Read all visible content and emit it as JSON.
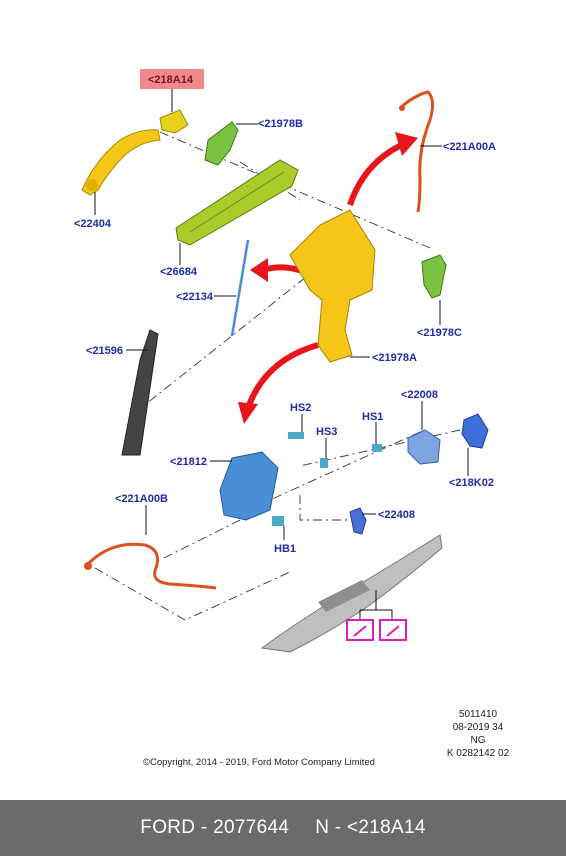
{
  "labels": {
    "p218A14": "<218A14",
    "p21978B": "<21978B",
    "p221A00A": "<221A00A",
    "p22404": "<22404",
    "p26684": "<26684",
    "p22134": "<22134",
    "p21978C": "<21978C",
    "p21596": "<21596",
    "p21978A": "<21978A",
    "p22008": "<22008",
    "p21812": "<21812",
    "p218K02": "<218K02",
    "p221A00B": "<221A00B",
    "p22408": "<22408",
    "hs2": "HS2",
    "hs3": "HS3",
    "hs1": "HS1",
    "hb1": "HB1"
  },
  "info": {
    "line1": "5011410",
    "line2": "08-2019 34",
    "line3": "NG",
    "line4": "K 0282142 02"
  },
  "copyright": "©Copyright, 2014 - 2019, Ford Motor Company Limited",
  "footer": {
    "part_ref": "FORD - 2077644",
    "position_ref": "N - <218A14"
  },
  "colors": {
    "highlight": "#f08a8a",
    "label_text": "#1f2ba8",
    "arrow": "#e8161b",
    "footer_bg": "#6b6b6b",
    "yellow_part": "#f5c518",
    "green_part": "#7cc242",
    "blue_part": "#4a8fd6",
    "orange_part": "#d9531e",
    "magenta_box": "#d81fbf"
  }
}
